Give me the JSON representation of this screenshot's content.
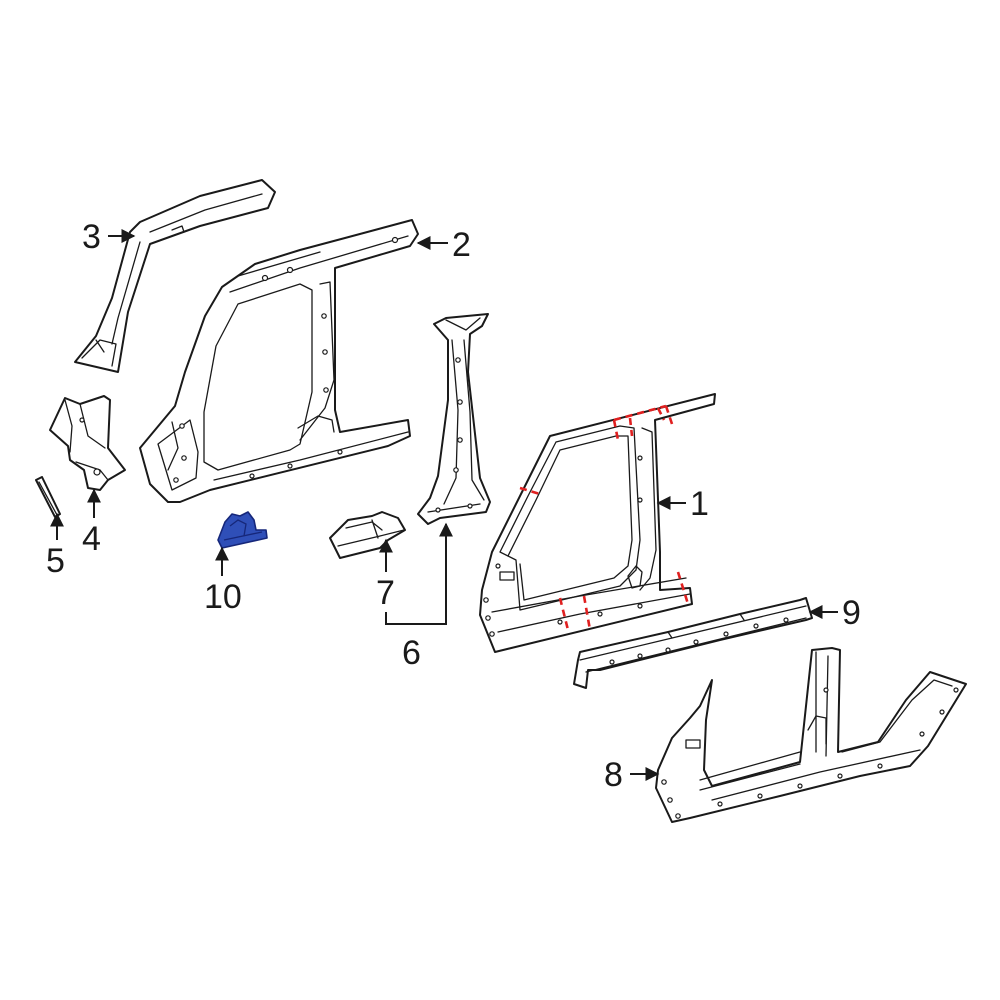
{
  "colors": {
    "highlight_part": "#2f4fb8",
    "highlight_stroke": "#16277a",
    "cut_line": "#e02020",
    "line": "#1a1a1a"
  },
  "callouts": {
    "c1": "1",
    "c2": "2",
    "c3": "3",
    "c4": "4",
    "c5": "5",
    "c6": "6",
    "c7": "7",
    "c8": "8",
    "c9": "9",
    "c10": "10"
  }
}
